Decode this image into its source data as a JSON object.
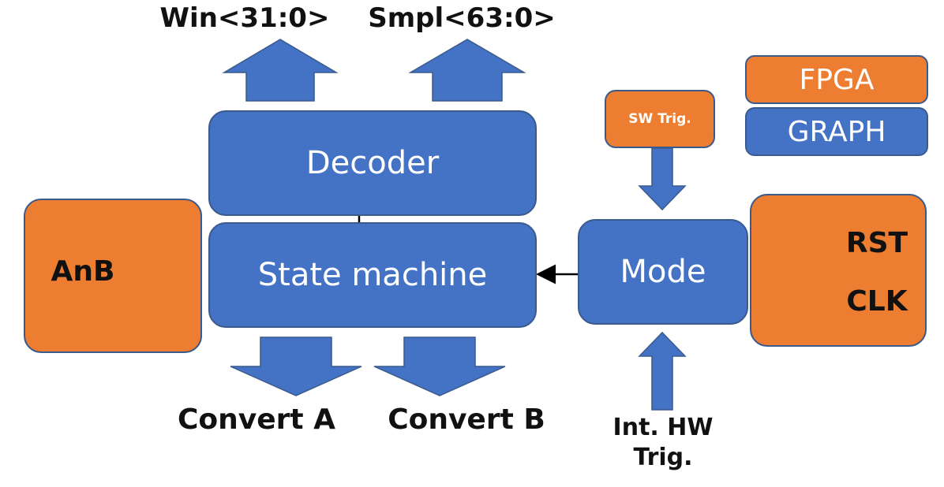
{
  "outputs": {
    "win": "Win<31:0>",
    "smpl": "Smpl<63:0>"
  },
  "blocks": {
    "decoder": "Decoder",
    "state_machine": "State machine",
    "mode": "Mode",
    "sw_trig": "SW Trig."
  },
  "external": {
    "anb": "AnB",
    "rst": "RST",
    "clk": "CLK",
    "convert_a": "Convert A",
    "convert_b": "Convert B",
    "int_hw_trig_line1": "Int. HW",
    "int_hw_trig_line2": "Trig."
  },
  "legend": {
    "fpga": "FPGA",
    "graph": "GRAPH"
  },
  "colors": {
    "graph_blue": "#4472c4",
    "fpga_orange": "#ed7d31",
    "border": "#3a5a8c"
  }
}
